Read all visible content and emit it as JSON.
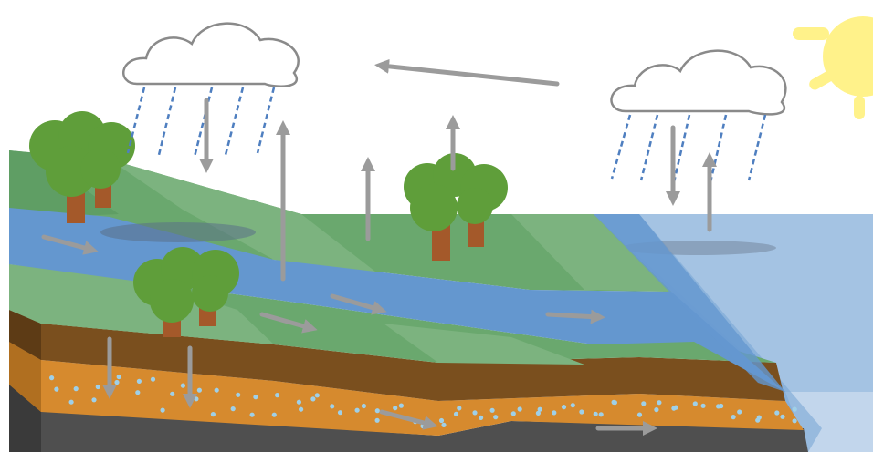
{
  "diagram": {
    "type": "water-cycle-illustration",
    "elements": [
      "sun-icon",
      "rain-cloud-left",
      "rain-cloud-right",
      "rain",
      "trees",
      "river",
      "ocean",
      "soil-layers",
      "groundwater-layer",
      "flow-arrows"
    ],
    "colors": {
      "sky": "#ffffff",
      "sun": "#fff28a",
      "cloud_fill": "#ffffff",
      "cloud_stroke": "#8a8a8a",
      "rain": "#4f7fc0",
      "arrow": "#9b9b9b",
      "grass_dark": "#5f9e64",
      "grass_light": "#7cb37f",
      "river": "#6497cf",
      "ocean": "#9bbde0",
      "ocean_deep": "#7aa6d6",
      "soil_brown": "#7a4f1e",
      "soil_orange": "#d68a2e",
      "rock": "#555555",
      "tree_leaf": "#5f9e3a",
      "tree_trunk": "#a4592a"
    }
  }
}
